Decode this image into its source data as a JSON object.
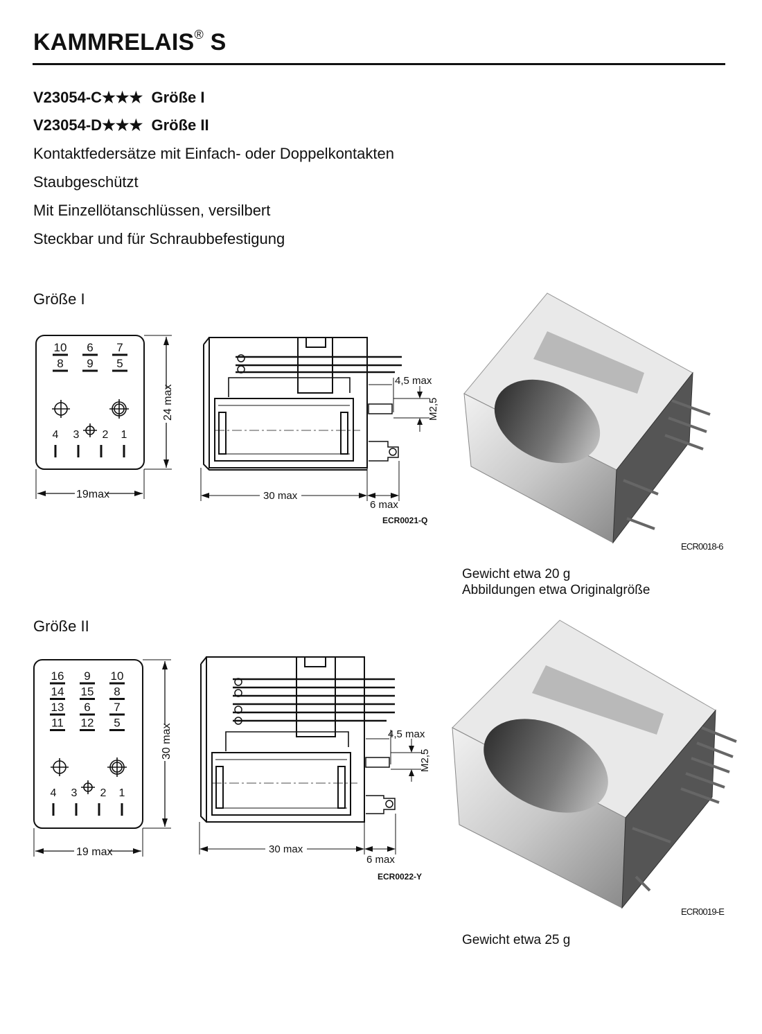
{
  "title": {
    "main": "KAMMRELAIS",
    "reg": "®",
    "suffix": "S"
  },
  "intro": {
    "line1_code": "V23054-C★★★",
    "line1_size": "Größe I",
    "line2_code": "V23054-D★★★",
    "line2_size": "Größe II",
    "features": [
      "Kontaktfedersätze mit Einfach- oder Doppelkontakten",
      "Staubgeschützt",
      "Mit Einzellötanschlüssen, versilbert",
      "Steckbar und für Schraubbefestigung"
    ]
  },
  "size1": {
    "heading": "Größe I",
    "front": {
      "pins": [
        [
          "10",
          "8"
        ],
        [
          "6",
          "9"
        ],
        [
          "7",
          "5"
        ]
      ],
      "bottom_pins": [
        "4",
        "3",
        "2",
        "1"
      ],
      "height_label": "24 max",
      "width_label": "19max"
    },
    "side": {
      "length_label": "30 max",
      "pin_label": "6 max",
      "screw_len_label": "4,5 max",
      "thread_label": "M2,5",
      "code": "ECR0021-Q"
    },
    "photo_code": "ECR0018-6",
    "weight": "Gewicht etwa 20 g",
    "note": "Abbildungen etwa Originalgröße"
  },
  "size2": {
    "heading": "Größe II",
    "front": {
      "pins": [
        [
          "16",
          "14",
          "13",
          "11"
        ],
        [
          "9",
          "15",
          "6",
          "12"
        ],
        [
          "10",
          "8",
          "7",
          "5"
        ]
      ],
      "bottom_pins": [
        "4",
        "3",
        "2",
        "1"
      ],
      "height_label": "30 max",
      "width_label": "19 max"
    },
    "side": {
      "length_label": "30 max",
      "pin_label": "6 max",
      "screw_len_label": "4,5 max",
      "thread_label": "M2,5",
      "code": "ECR0022-Y"
    },
    "photo_code": "ECR0019-E",
    "weight": "Gewicht etwa 25 g"
  }
}
